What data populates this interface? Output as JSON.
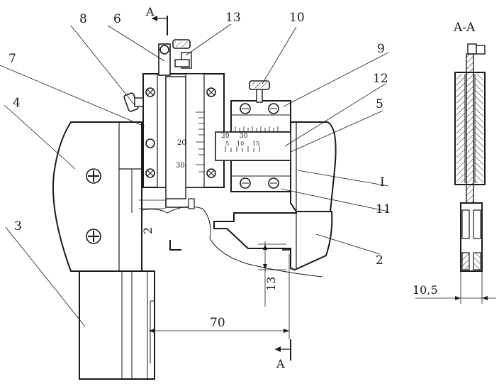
{
  "callouts": {
    "n8": "8",
    "n6": "6",
    "n13": "13",
    "n10": "10",
    "n9": "9",
    "n7": "7",
    "n12": "12",
    "n5": "5",
    "n4": "4",
    "nI": "I",
    "n11": "11",
    "n3": "3",
    "n2": "2"
  },
  "section": {
    "mark_top": "A",
    "mark_bottom": "A",
    "title": "A-A",
    "width_dim": "10,5"
  },
  "dimensions": {
    "gap": "2",
    "height": "13",
    "span": "70"
  },
  "scale_main": {
    "ticks": [
      "20",
      "30"
    ]
  },
  "scale_slide": {
    "ticks": [
      "20",
      "30"
    ]
  },
  "scale_vernier": {
    "ticks": [
      "5",
      "10",
      "15"
    ]
  }
}
